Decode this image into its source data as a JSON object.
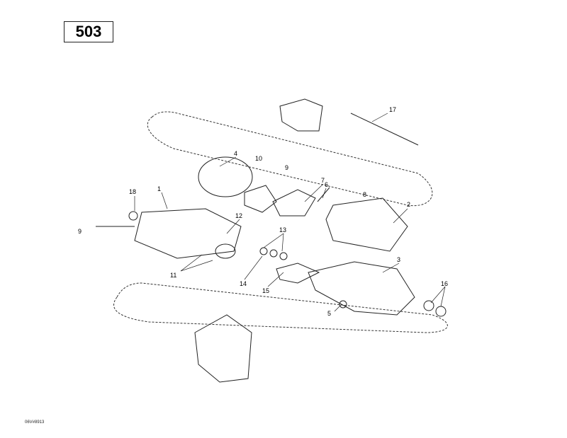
{
  "page_number": "503",
  "footer_code": "06V#8913",
  "callouts": [
    "1",
    "2",
    "3",
    "4",
    "5",
    "6",
    "7",
    "8",
    "9",
    "9",
    "10",
    "11",
    "12",
    "13",
    "14",
    "15",
    "16",
    "17",
    "18"
  ]
}
